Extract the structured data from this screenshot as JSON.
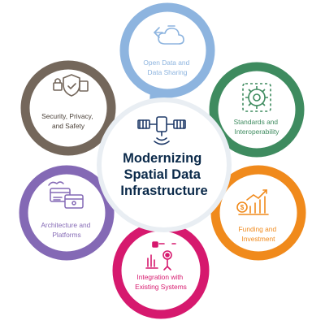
{
  "center": {
    "lines": [
      "Modernizing",
      "Spatial Data",
      "Infrastructure"
    ]
  },
  "segments": [
    {
      "id": "open-data",
      "lines": [
        "Open Data and",
        "Data Sharing"
      ],
      "color": "#8DB4DF",
      "icon": "cloud-sync-icon"
    },
    {
      "id": "standards",
      "lines": [
        "Standards and",
        "Interoperability"
      ],
      "color": "#3E8B5F",
      "icon": "gears-icon"
    },
    {
      "id": "funding",
      "lines": [
        "Funding and",
        "Investment"
      ],
      "color": "#F08A1C",
      "icon": "dollar-growth-chart-icon"
    },
    {
      "id": "integration",
      "lines": [
        "Integration with",
        "Existing Systems"
      ],
      "color": "#D6196E",
      "icon": "system-integration-icon"
    },
    {
      "id": "architecture",
      "lines": [
        "Architecture and",
        "Platforms"
      ],
      "color": "#8469B5",
      "icon": "platform-windows-icon"
    },
    {
      "id": "security",
      "lines": [
        "Security, Privacy,",
        "and Safety"
      ],
      "color": "#74675B",
      "icon": "shield-lock-icon"
    }
  ],
  "colors": {
    "center_text": "#0B2A4A",
    "center_ring": "#E9EEF3",
    "icon_navy": "#1F3A68"
  },
  "center_icon": "satellite-icon"
}
